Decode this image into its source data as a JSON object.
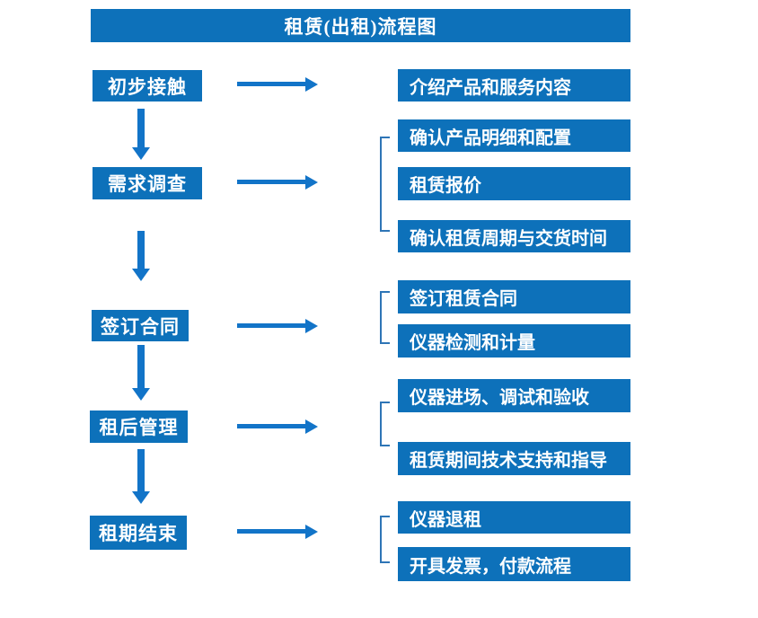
{
  "title": "租赁(出租)流程图",
  "colors": {
    "box_blue": "#0d71ba",
    "arrow_blue": "#1274c8",
    "bracket_blue": "#2e75b6",
    "text_white": "#ffffff",
    "background": "#ffffff"
  },
  "left_steps": [
    {
      "label": "初步接触"
    },
    {
      "label": "需求调查"
    },
    {
      "label": "签订合同"
    },
    {
      "label": "租后管理"
    },
    {
      "label": "租期结束"
    }
  ],
  "right_boxes": [
    {
      "label": "介绍产品和服务内容"
    },
    {
      "label": "确认产品明细和配置"
    },
    {
      "label": "租赁报价"
    },
    {
      "label": "确认租赁周期与交货时间"
    },
    {
      "label": "签订租赁合同"
    },
    {
      "label": "仪器检测和计量"
    },
    {
      "label": "仪器进场、调试和验收"
    },
    {
      "label": "租赁期间技术支持和指导"
    },
    {
      "label": "仪器退租"
    },
    {
      "label": "开具发票，付款流程"
    }
  ],
  "flow_groups": [
    {
      "step": "初步接触",
      "outputs": [
        "介绍产品和服务内容"
      ]
    },
    {
      "step": "需求调查",
      "outputs": [
        "确认产品明细和配置",
        "租赁报价",
        "确认租赁周期与交货时间"
      ]
    },
    {
      "step": "签订合同",
      "outputs": [
        "签订租赁合同",
        "仪器检测和计量"
      ]
    },
    {
      "step": "租后管理",
      "outputs": [
        "仪器进场、调试和验收",
        "租赁期间技术支持和指导"
      ]
    },
    {
      "step": "租期结束",
      "outputs": [
        "仪器退租",
        "开具发票，付款流程"
      ]
    }
  ]
}
